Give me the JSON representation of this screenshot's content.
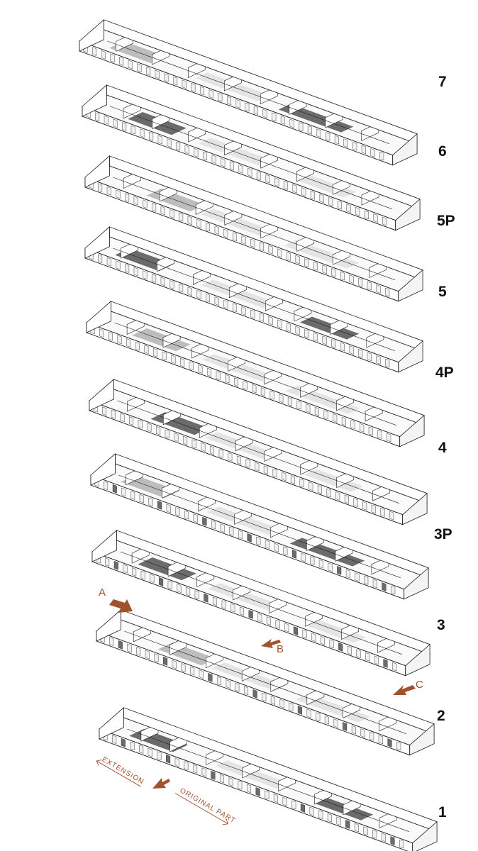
{
  "colors": {
    "wall": "#ffffff",
    "line": "#1a1a1a",
    "floor_light": "#e4e4e4",
    "floor_mid": "#bdbdbd",
    "floor_dark": "#6b6b6b",
    "accent": "#a0522d"
  },
  "floors": [
    {
      "label": "7"
    },
    {
      "label": "6"
    },
    {
      "label": "5P"
    },
    {
      "label": "5"
    },
    {
      "label": "4P"
    },
    {
      "label": "4"
    },
    {
      "label": "3P"
    },
    {
      "label": "3"
    },
    {
      "label": "2"
    },
    {
      "label": "1"
    }
  ],
  "markers": [
    {
      "label": "A",
      "icon": "arrow-icon"
    },
    {
      "label": "B",
      "icon": "arrow-icon"
    },
    {
      "label": "C",
      "icon": "arrow-icon"
    },
    {
      "label": "",
      "icon": "entrance-arrow-icon"
    }
  ],
  "annotations": {
    "extension": "EXTENSION",
    "original_part": "ORIGINAL PART"
  }
}
